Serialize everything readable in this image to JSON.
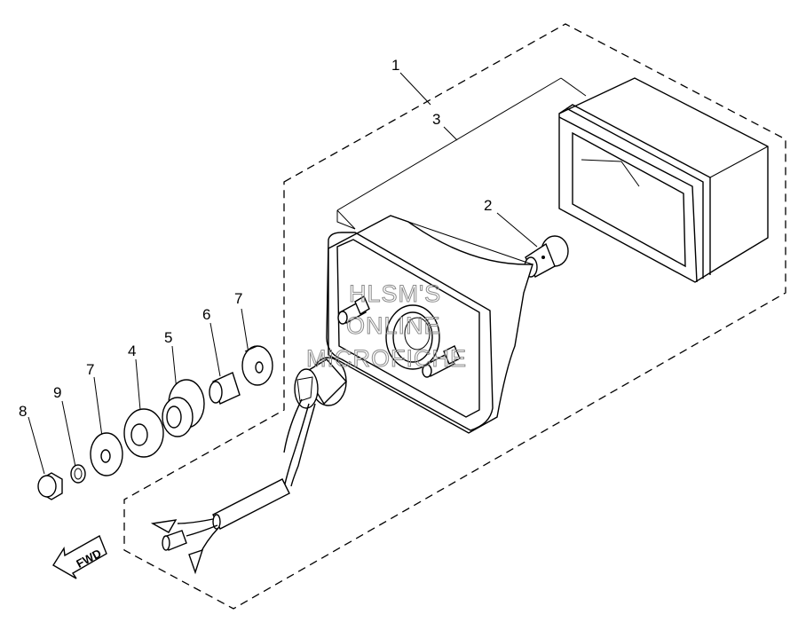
{
  "watermark": {
    "line1": "HLSM'S",
    "line2": "ONLINE",
    "line3": "MICROFICHE"
  },
  "direction_label": "FWD",
  "callouts": [
    {
      "id": "c1",
      "label": "1"
    },
    {
      "id": "c2",
      "label": "2"
    },
    {
      "id": "c3",
      "label": "3"
    },
    {
      "id": "c4",
      "label": "4"
    },
    {
      "id": "c5",
      "label": "5"
    },
    {
      "id": "c6",
      "label": "6"
    },
    {
      "id": "c7a",
      "label": "7"
    },
    {
      "id": "c7b",
      "label": "7"
    },
    {
      "id": "c8",
      "label": "8"
    },
    {
      "id": "c9",
      "label": "9"
    }
  ]
}
